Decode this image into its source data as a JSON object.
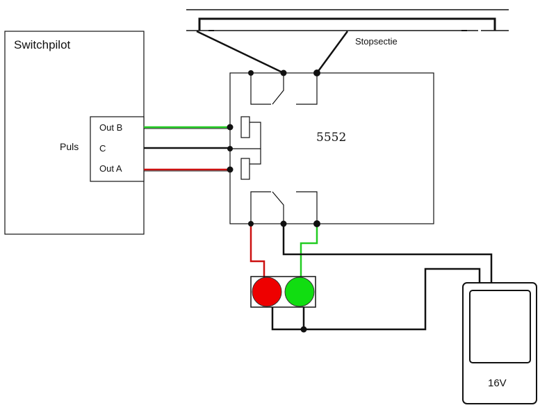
{
  "labels": {
    "switchpilot": "Switchpilot",
    "puls": "Puls",
    "out_b": "Out B",
    "c": "C",
    "out_a": "Out A",
    "stopsectie": "Stopsectie",
    "module": "5552",
    "power": "16V"
  },
  "colors": {
    "green_wire": "#22cc22",
    "red_wire": "#cc1111",
    "wire": "#111111",
    "led_red": "#ee0000",
    "led_green": "#11dd11"
  }
}
